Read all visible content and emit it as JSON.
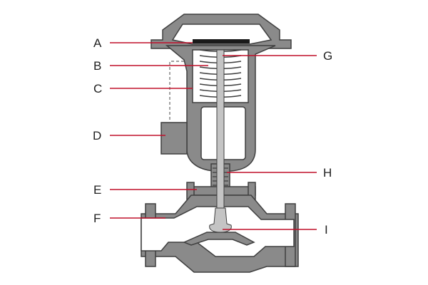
{
  "colors": {
    "body": "#8a8a8a",
    "outline": "#3f3f3f",
    "cavity": "#ffffff",
    "stem": "#c4c4c4",
    "leader": "#c0102a",
    "diaphragm": "#1a1a1a",
    "text": "#222222"
  },
  "labels": {
    "A": "A",
    "B": "B",
    "C": "C",
    "D": "D",
    "E": "E",
    "F": "F",
    "G": "G",
    "H": "H",
    "I": "I"
  }
}
